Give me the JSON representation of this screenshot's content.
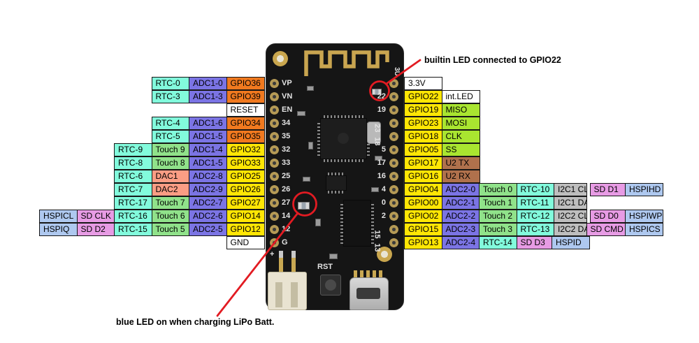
{
  "palette": {
    "rtc": "#82FBDC",
    "touch": "#90E28A",
    "adc": "#7B74E4",
    "gpio": "#FFE604",
    "gpioin": "#F0791F",
    "dac": "#FA9D84",
    "spi": "#A9E530",
    "uart": "#B0714C",
    "i2c": "#BEBEBE",
    "sd": "#E79BE4",
    "hspi": "#AEC8EF",
    "white": "#FFFFFF",
    "red": "#E21B22"
  },
  "annotations": {
    "top": "builtin LED connected to GPIO22",
    "bottom": "blue LED on when charging LiPo Batt."
  },
  "board": {
    "rst_label": "RST",
    "plus_label": "+",
    "top_right_label": "3U",
    "left_pins": [
      "VP",
      "VN",
      "EN",
      "34",
      "35",
      "32",
      "33",
      "25",
      "26",
      "27",
      "14",
      "12",
      "G"
    ],
    "right_pins": [
      {
        "t": "22"
      },
      {
        "t": "19"
      },
      {
        "t": "23",
        "rot": true
      },
      {
        "t": "18",
        "rot": true
      },
      {
        "t": "5"
      },
      {
        "t": "17"
      },
      {
        "t": "16"
      },
      {
        "t": "4"
      },
      {
        "t": "0"
      },
      {
        "t": "2"
      },
      {
        "t": "15",
        "rot": true
      },
      {
        "t": "13",
        "rot": true
      }
    ]
  },
  "left_table": {
    "rows": [
      [
        {
          "t": "RTC-0",
          "c": "rtc"
        },
        {
          "t": "ADC1-0",
          "c": "adc"
        },
        {
          "t": "GPIO36",
          "c": "gpioin"
        }
      ],
      [
        {
          "t": "RTC-3",
          "c": "rtc"
        },
        {
          "t": "ADC1-3",
          "c": "adc"
        },
        {
          "t": "GPIO39",
          "c": "gpioin"
        }
      ],
      [
        {
          "t": "RESET",
          "c": "white"
        }
      ],
      [
        {
          "t": "RTC-4",
          "c": "rtc"
        },
        {
          "t": "ADC1-6",
          "c": "adc"
        },
        {
          "t": "GPIO34",
          "c": "gpioin"
        }
      ],
      [
        {
          "t": "RTC-5",
          "c": "rtc"
        },
        {
          "t": "ADC1-5",
          "c": "adc"
        },
        {
          "t": "GPIO35",
          "c": "gpioin"
        }
      ],
      [
        {
          "t": "RTC-9",
          "c": "rtc"
        },
        {
          "t": "Touch 9",
          "c": "touch"
        },
        {
          "t": "ADC1-4",
          "c": "adc"
        },
        {
          "t": "GPIO32",
          "c": "gpio"
        }
      ],
      [
        {
          "t": "RTC-8",
          "c": "rtc"
        },
        {
          "t": "Touch 8",
          "c": "touch"
        },
        {
          "t": "ADC1-5",
          "c": "adc"
        },
        {
          "t": "GPIO33",
          "c": "gpio"
        }
      ],
      [
        {
          "t": "RTC-6",
          "c": "rtc"
        },
        {
          "t": "DAC1",
          "c": "dac"
        },
        {
          "t": "ADC2-8",
          "c": "adc"
        },
        {
          "t": "GPIO25",
          "c": "gpio"
        }
      ],
      [
        {
          "t": "RTC-7",
          "c": "rtc"
        },
        {
          "t": "DAC2",
          "c": "dac"
        },
        {
          "t": "ADC2-9",
          "c": "adc"
        },
        {
          "t": "GPIO26",
          "c": "gpio"
        }
      ],
      [
        {
          "t": "RTC-17",
          "c": "rtc"
        },
        {
          "t": "Touch 7",
          "c": "touch"
        },
        {
          "t": "ADC2-7",
          "c": "adc"
        },
        {
          "t": "GPIO27",
          "c": "gpio"
        }
      ],
      [
        {
          "t": "HSPICL",
          "c": "hspi"
        },
        {
          "t": "SD CLK",
          "c": "sd"
        },
        {
          "t": "RTC-16",
          "c": "rtc"
        },
        {
          "t": "Touch 6",
          "c": "touch"
        },
        {
          "t": "ADC2-6",
          "c": "adc"
        },
        {
          "t": "GPIO14",
          "c": "gpio"
        }
      ],
      [
        {
          "t": "HSPIQ",
          "c": "hspi"
        },
        {
          "t": "SD D2",
          "c": "sd"
        },
        {
          "t": "RTC-15",
          "c": "rtc"
        },
        {
          "t": "Touch 5",
          "c": "touch"
        },
        {
          "t": "ADC2-5",
          "c": "adc"
        },
        {
          "t": "GPIO12",
          "c": "gpio"
        }
      ],
      [
        {
          "t": "GND",
          "c": "white"
        }
      ]
    ]
  },
  "right_table": {
    "rows": [
      [
        {
          "t": "3.3V",
          "c": "white"
        }
      ],
      [
        {
          "t": "GPIO22",
          "c": "gpio"
        },
        {
          "t": "int.LED",
          "c": "white"
        }
      ],
      [
        {
          "t": "GPIO19",
          "c": "gpio"
        },
        {
          "t": "MISO",
          "c": "spi"
        }
      ],
      [
        {
          "t": "GPIO23",
          "c": "gpio"
        },
        {
          "t": "MOSI",
          "c": "spi"
        }
      ],
      [
        {
          "t": "GPIO18",
          "c": "gpio"
        },
        {
          "t": "CLK",
          "c": "spi"
        }
      ],
      [
        {
          "t": "GPIO05",
          "c": "gpio"
        },
        {
          "t": "SS",
          "c": "spi"
        }
      ],
      [
        {
          "t": "GPIO17",
          "c": "gpio"
        },
        {
          "t": "U2 TX",
          "c": "uart"
        }
      ],
      [
        {
          "t": "GPIO16",
          "c": "gpio"
        },
        {
          "t": "U2 RX",
          "c": "uart"
        }
      ],
      [
        {
          "t": "GPIO04",
          "c": "gpio"
        },
        {
          "t": "ADC2-0",
          "c": "adc"
        },
        {
          "t": "Touch 0",
          "c": "touch"
        },
        {
          "t": "RTC-10",
          "c": "rtc"
        },
        {
          "t": "I2C1 CL",
          "c": "i2c",
          "w": 48
        },
        {
          "gap": 5
        },
        {
          "t": "SD D1",
          "c": "sd",
          "w": 52
        },
        {
          "t": "HSPIHD",
          "c": "hspi"
        }
      ],
      [
        {
          "t": "GPIO00",
          "c": "gpio"
        },
        {
          "t": "ADC2-1",
          "c": "adc"
        },
        {
          "t": "Touch 1",
          "c": "touch"
        },
        {
          "t": "RTC-11",
          "c": "rtc"
        },
        {
          "t": "I2C1 DA",
          "c": "i2c",
          "w": 48
        }
      ],
      [
        {
          "t": "GPIO02",
          "c": "gpio"
        },
        {
          "t": "ADC2-2",
          "c": "adc"
        },
        {
          "t": "Touch 2",
          "c": "touch"
        },
        {
          "t": "RTC-12",
          "c": "rtc"
        },
        {
          "t": "I2C2 CL",
          "c": "i2c",
          "w": 48
        },
        {
          "gap": 5
        },
        {
          "t": "SD D0",
          "c": "sd",
          "w": 52
        },
        {
          "t": "HSPIWP",
          "c": "hspi"
        }
      ],
      [
        {
          "t": "GPIO15",
          "c": "gpio"
        },
        {
          "t": "ADC2-3",
          "c": "adc"
        },
        {
          "t": "Touch 3",
          "c": "touch"
        },
        {
          "t": "RTC-13",
          "c": "rtc"
        },
        {
          "t": "I2C2 DA",
          "c": "i2c",
          "w": 48
        },
        {
          "t": "SD CMD",
          "c": "sd",
          "w": 57
        },
        {
          "t": "HSPICS",
          "c": "hspi"
        }
      ],
      [
        {
          "t": "GPIO13",
          "c": "gpio"
        },
        {
          "t": "ADC2-4",
          "c": "adc"
        },
        {
          "t": "RTC-14",
          "c": "rtc"
        },
        {
          "t": "SD D3",
          "c": "sd",
          "w": 52
        },
        {
          "t": "HSPID",
          "c": "hspi"
        }
      ]
    ]
  }
}
